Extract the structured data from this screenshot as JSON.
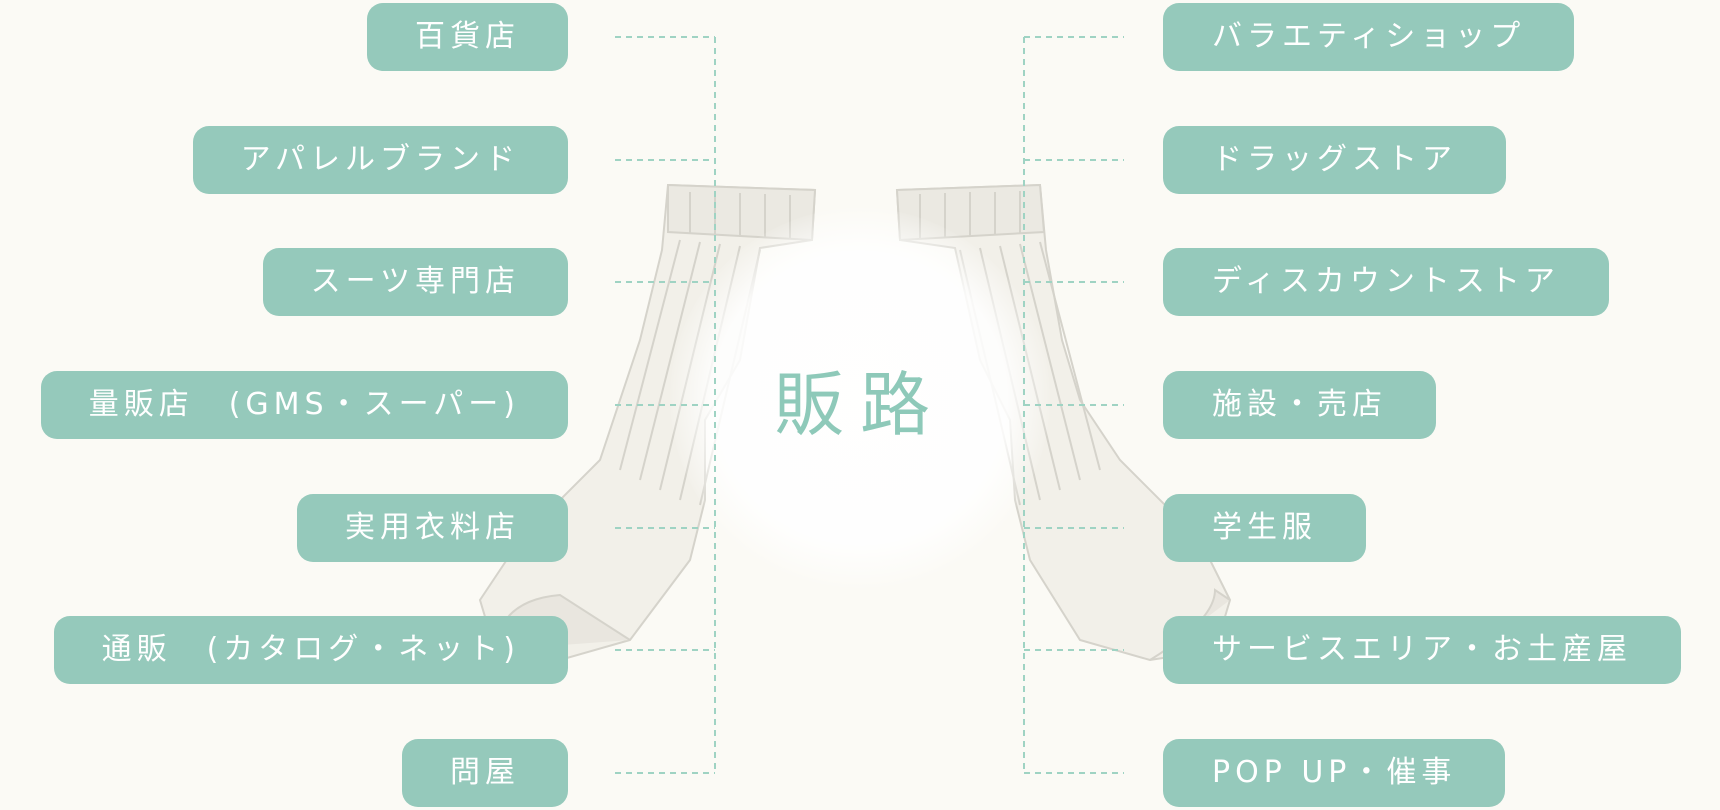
{
  "title": "販路",
  "left_channels": [
    "百貨店",
    "アパレルブランド",
    "スーツ専門店",
    "量販店　(GMS・スーパー)",
    "実用衣料店",
    "通販　(カタログ・ネット)",
    "問屋"
  ],
  "right_channels": [
    "バラエティショップ",
    "ドラッグストア",
    "ディスカウントストア",
    "施設・売店",
    "学生服",
    "サービスエリア・お土産屋",
    "POP UP・催事"
  ],
  "colors": {
    "pill": "#95c9bb",
    "accent_text": "#8ec9b9",
    "connector": "#9fd3c3",
    "background": "#fbfaf5",
    "sock_sketch": "#c9c6bd"
  }
}
